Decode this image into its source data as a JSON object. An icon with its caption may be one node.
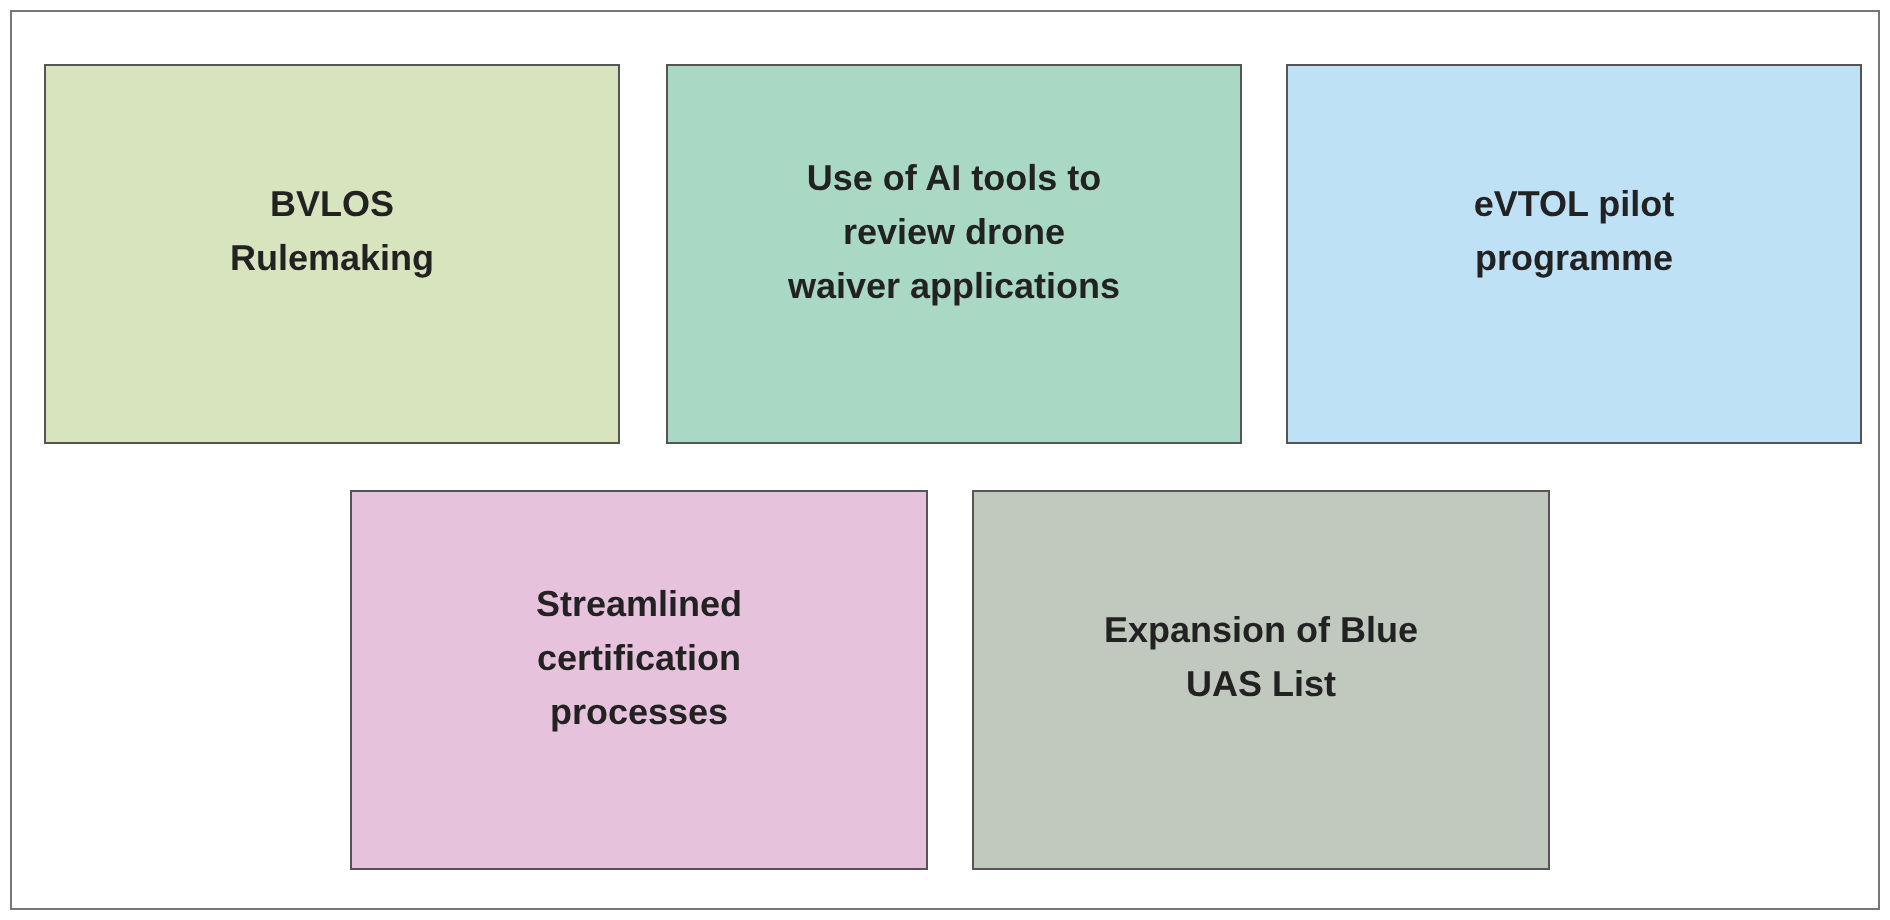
{
  "diagram": {
    "nodes": [
      {
        "text": [
          "BVLOS Rulemaking"
        ]
      },
      {
        "text": [
          "Use of AI tools to review drone waiver applications"
        ]
      },
      {
        "text": [
          "eVTOL pilot programme"
        ]
      },
      {
        "text": [
          "Streamlined certification processes"
        ]
      },
      {
        "text": [
          "Expansion of Blue UAS List"
        ]
      }
    ],
    "edges": []
  }
}
